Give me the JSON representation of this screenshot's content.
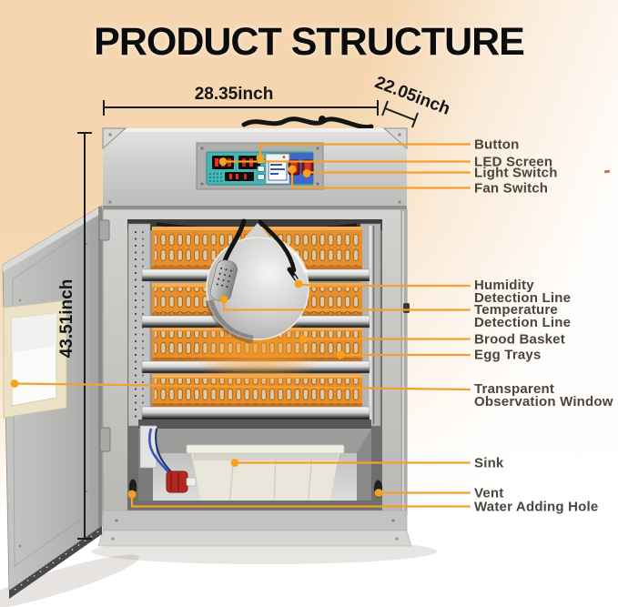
{
  "title": "PRODUCT STRUCTURE",
  "dimensions": {
    "width_label": "28.35inch",
    "depth_label": "22.05inch",
    "height_label": "43.51inch"
  },
  "callouts": {
    "button": "Button",
    "led_screen": "LED Screen",
    "light_switch": "Light Switch",
    "fan_switch": "Fan Switch",
    "humidity": "Humidity Detection Line",
    "temperature": "Temperature Detection Line",
    "brood_basket": "Brood Basket",
    "egg_trays": "Egg Trays",
    "window": "Transparent Observation Window",
    "sink": "Sink",
    "vent": "Vent",
    "water_hole": "Water Adding Hole"
  },
  "colors": {
    "callout_line": "#F5A02E",
    "callout_dot": "#F6A21C",
    "tray_orange": "#E78F2C",
    "panel_teal": "#45B6B4",
    "panel_blue": "#3E68C8",
    "dimension_ink": "#1C1C1C",
    "background_top": "#F5D6B0",
    "background_bottom": "#FFFFFF",
    "label_text": "#49453E"
  }
}
